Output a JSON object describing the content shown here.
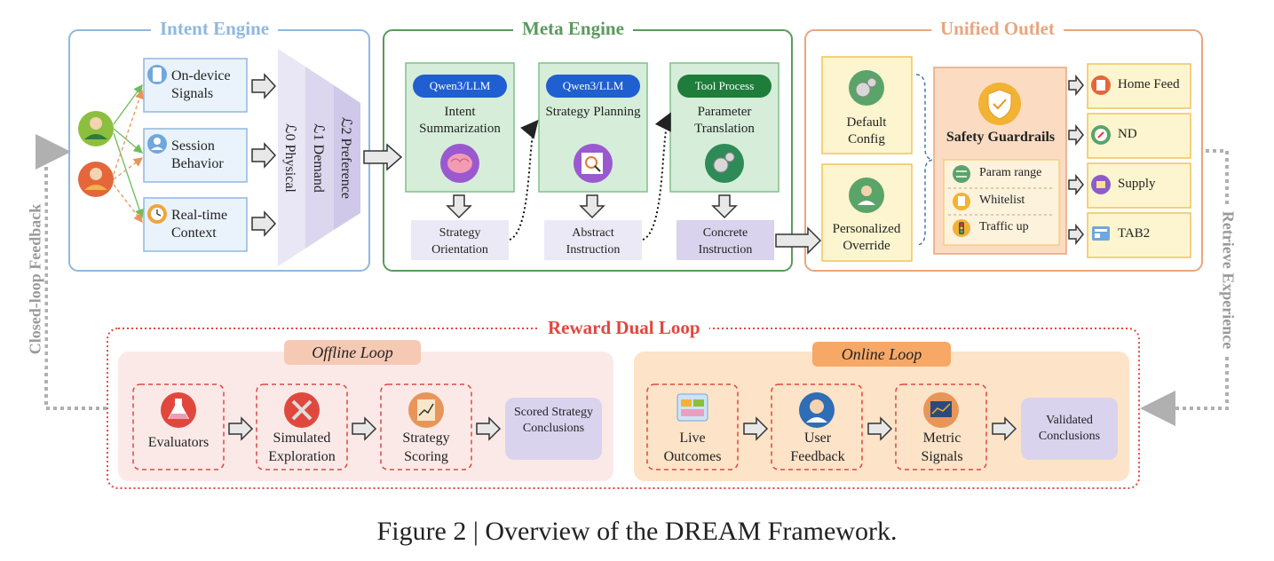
{
  "intent_engine": {
    "title": "Intent Engine",
    "inputs": [
      {
        "label": "On-device Signals",
        "icon": "phone-icon"
      },
      {
        "label": "Session Behavior",
        "icon": "user-icon"
      },
      {
        "label": "Real-time Context",
        "icon": "clock-icon"
      }
    ],
    "layers": [
      "ℒ0 Physical",
      "ℒ1 Demand",
      "ℒ2 Preference"
    ]
  },
  "meta_engine": {
    "title": "Meta Engine",
    "stages": [
      {
        "pill": "Qwen3/LLM",
        "label": "Intent Summarization",
        "output": "Strategy Orientation",
        "icon": "brain-icon",
        "pill_color": "#1f5fcf"
      },
      {
        "pill": "Qwen3/LLM",
        "label": "Strategy Planning",
        "output": "Abstract Instruction",
        "icon": "magnifier-icon",
        "pill_color": "#1f5fcf"
      },
      {
        "pill": "Tool Process",
        "label": "Parameter Translation",
        "output": "Concrete Instruction",
        "icon": "gears-icon",
        "pill_color": "#1e7d3a"
      }
    ]
  },
  "unified_outlet": {
    "title": "Unified Outlet",
    "configs": [
      {
        "label": "Default Config",
        "icon": "gears-icon"
      },
      {
        "label": "Personalized Override",
        "icon": "person-gear-icon"
      }
    ],
    "guardrails": {
      "title": "Safety Guardrails",
      "items": [
        "Param range",
        "Whitelist",
        "Traffic up"
      ]
    },
    "targets": [
      "Home Feed",
      "ND",
      "Supply",
      "TAB2"
    ]
  },
  "reward_loop": {
    "title": "Reward Dual Loop",
    "offline": {
      "title": "Offline Loop",
      "steps": [
        "Evaluators",
        "Simulated Exploration",
        "Strategy Scoring"
      ],
      "result": "Scored Strategy Conclusions"
    },
    "online": {
      "title": "Online Loop",
      "steps": [
        "Live Outcomes",
        "User Feedback",
        "Metric Signals"
      ],
      "result": "Validated Conclusions"
    }
  },
  "side_labels": {
    "left": "Closed-loop Feedback",
    "right": "Retrieve Experience"
  },
  "caption": "Figure 2 | Overview of the DREAM Framework.",
  "colors": {
    "intent": "#8fb8e0",
    "meta": "#5a9a5c",
    "outlet": "#e9a57e",
    "reward": "#e0483e"
  }
}
